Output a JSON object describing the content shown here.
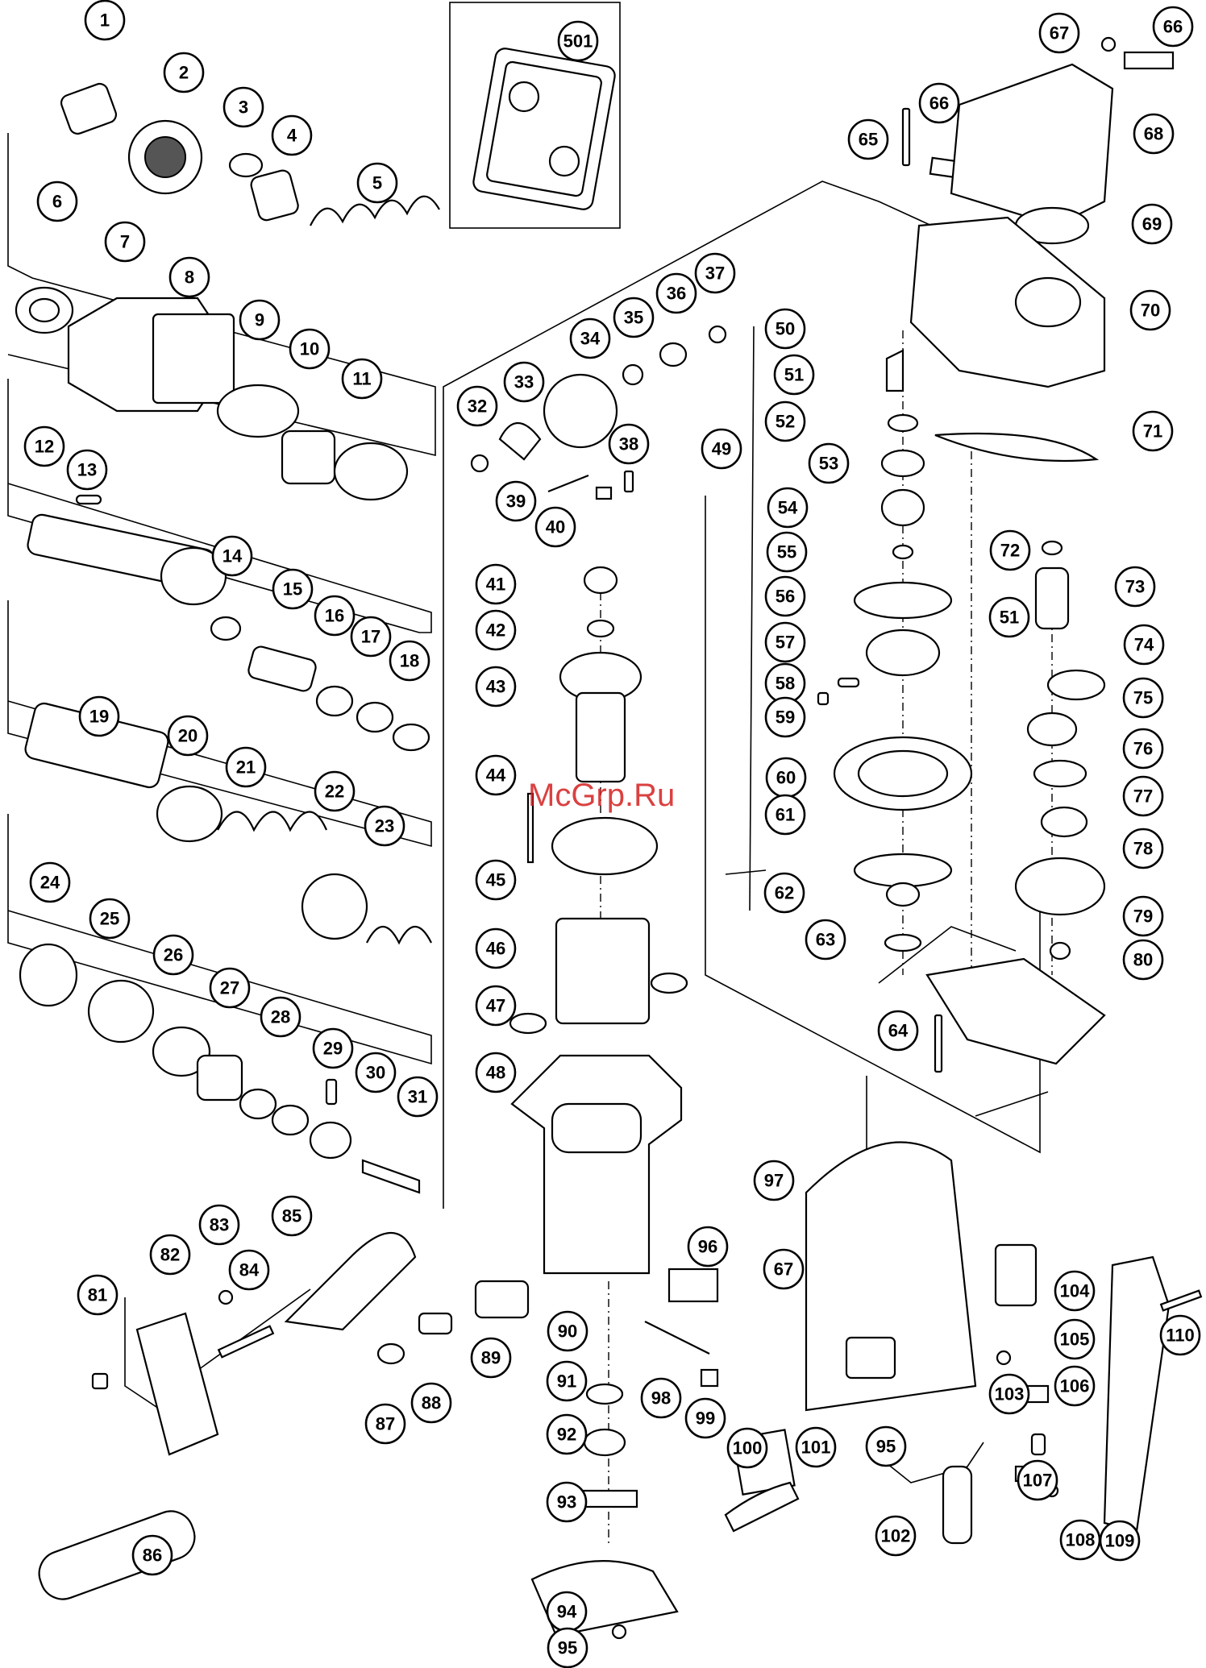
{
  "watermark": "McGrp.Ru",
  "labels": [
    "1",
    "2",
    "3",
    "4",
    "5",
    "6",
    "7",
    "8",
    "9",
    "10",
    "11",
    "12",
    "13",
    "14",
    "15",
    "16",
    "17",
    "18",
    "19",
    "20",
    "21",
    "22",
    "23",
    "24",
    "25",
    "26",
    "27",
    "28",
    "29",
    "30",
    "31",
    "32",
    "33",
    "34",
    "35",
    "36",
    "37",
    "38",
    "39",
    "40",
    "41",
    "42",
    "43",
    "44",
    "45",
    "46",
    "47",
    "48",
    "49",
    "50",
    "51",
    "51",
    "52",
    "53",
    "54",
    "55",
    "56",
    "57",
    "58",
    "59",
    "60",
    "61",
    "62",
    "63",
    "64",
    "65",
    "66",
    "66",
    "67",
    "67",
    "68",
    "69",
    "70",
    "71",
    "72",
    "73",
    "74",
    "75",
    "76",
    "77",
    "78",
    "79",
    "80",
    "81",
    "82",
    "83",
    "84",
    "85",
    "86",
    "87",
    "88",
    "89",
    "90",
    "91",
    "92",
    "93",
    "94",
    "95",
    "95",
    "96",
    "97",
    "98",
    "99",
    "100",
    "101",
    "102",
    "103",
    "104",
    "105",
    "106",
    "107",
    "108",
    "109",
    "110",
    "501"
  ]
}
